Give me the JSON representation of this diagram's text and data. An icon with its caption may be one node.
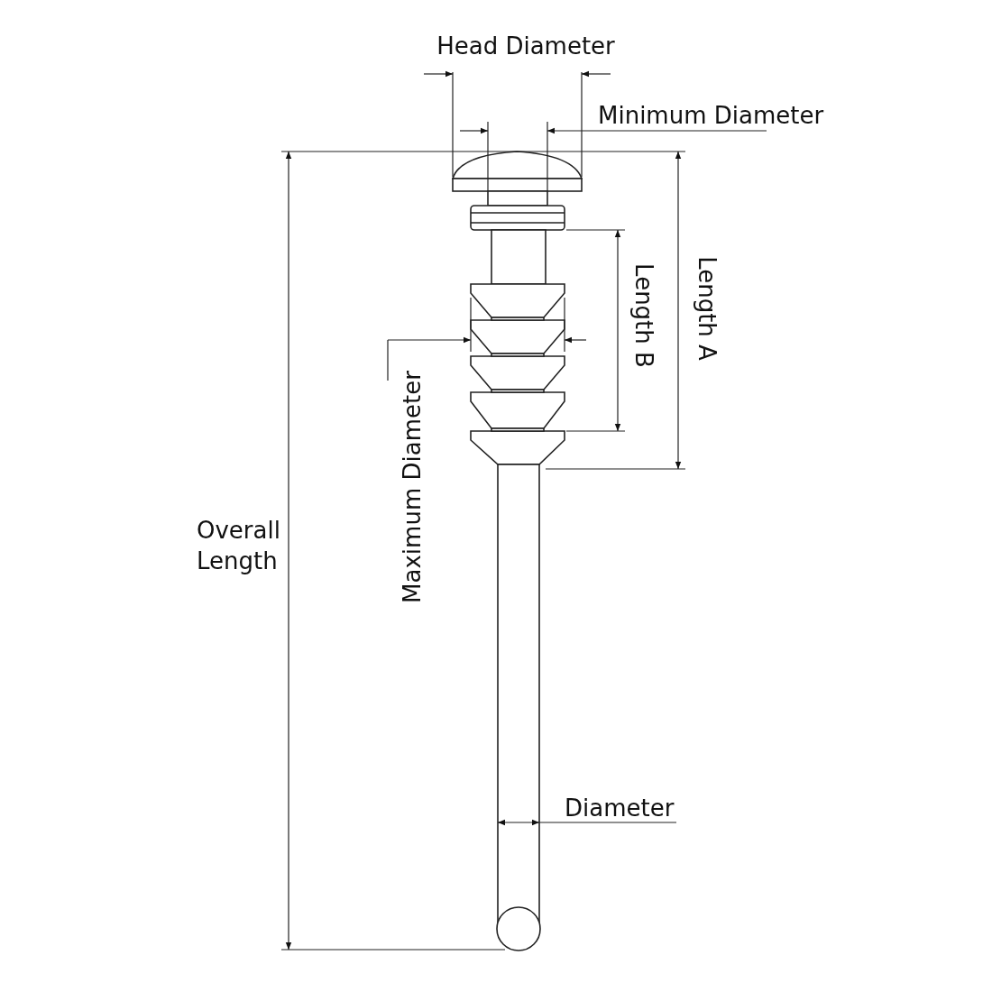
{
  "diagram": {
    "labels": [
      "Head Diameter",
      "Minimum Diameter",
      "Length B",
      "Length A",
      "Maximum Diameter",
      "Overall Length",
      "Diameter"
    ]
  }
}
